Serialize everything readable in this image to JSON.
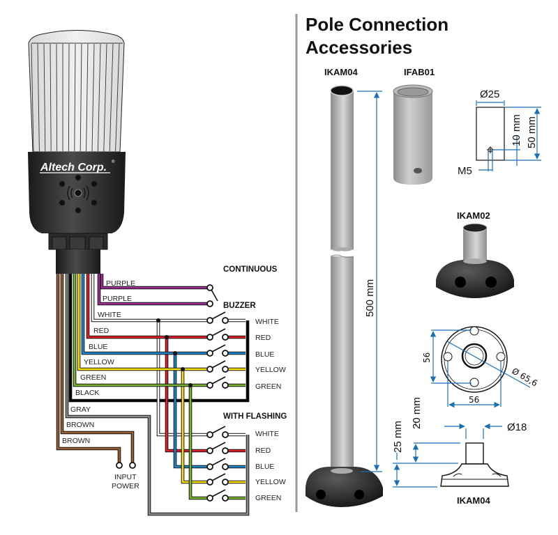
{
  "beacon": {
    "brand": "Altech Corp.",
    "registered_mark": "®"
  },
  "wiring": {
    "colors": {
      "purple": "#9b2f96",
      "white": "#ffffff",
      "red": "#e31e24",
      "blue": "#1b8ad0",
      "yellow": "#ffe600",
      "green": "#7ab82e",
      "black": "#000000",
      "gray": "#8c8c8c",
      "brown": "#9c5d34",
      "dimension": "#1a6fb5"
    },
    "wire_labels": {
      "purple1": "PURPLE",
      "purple2": "PURPLE",
      "white": "WHITE",
      "red": "RED",
      "blue": "BLUE",
      "yellow": "YELLOW",
      "green": "GREEN",
      "black": "BLACK",
      "gray": "GRAY",
      "brown1": "BROWN",
      "brown2": "BROWN"
    },
    "headers": {
      "continuous": "CONTINUOUS",
      "buzzer": "BUZZER",
      "with_flashing": "WITH FLASHING"
    },
    "continuous_outputs": [
      "WHITE",
      "RED",
      "BLUE",
      "YELLOW",
      "GREEN"
    ],
    "flashing_outputs": [
      "WHITE",
      "RED",
      "BLUE",
      "YELLOW",
      "GREEN"
    ],
    "input_power": [
      "INPUT",
      "POWER"
    ]
  },
  "accessories": {
    "title_line1": "Pole Connection",
    "title_line2": "Accessories",
    "pole": {
      "name": "IKAM04",
      "length": "500 mm"
    },
    "adapter": {
      "name": "IFAB01",
      "diameter": "Ø25",
      "hole_height": "10 mm",
      "height": "50 mm",
      "thread": "M5"
    },
    "base_small": {
      "name": "IKAM02"
    },
    "base_plan": {
      "hole_spacing_v": "56",
      "hole_spacing_h": "56",
      "diameter": "Ø 65,6"
    },
    "base_side": {
      "name": "IKAM04",
      "tube_diameter": "Ø18",
      "tube_height": "20 mm",
      "base_height": "25 mm"
    }
  }
}
